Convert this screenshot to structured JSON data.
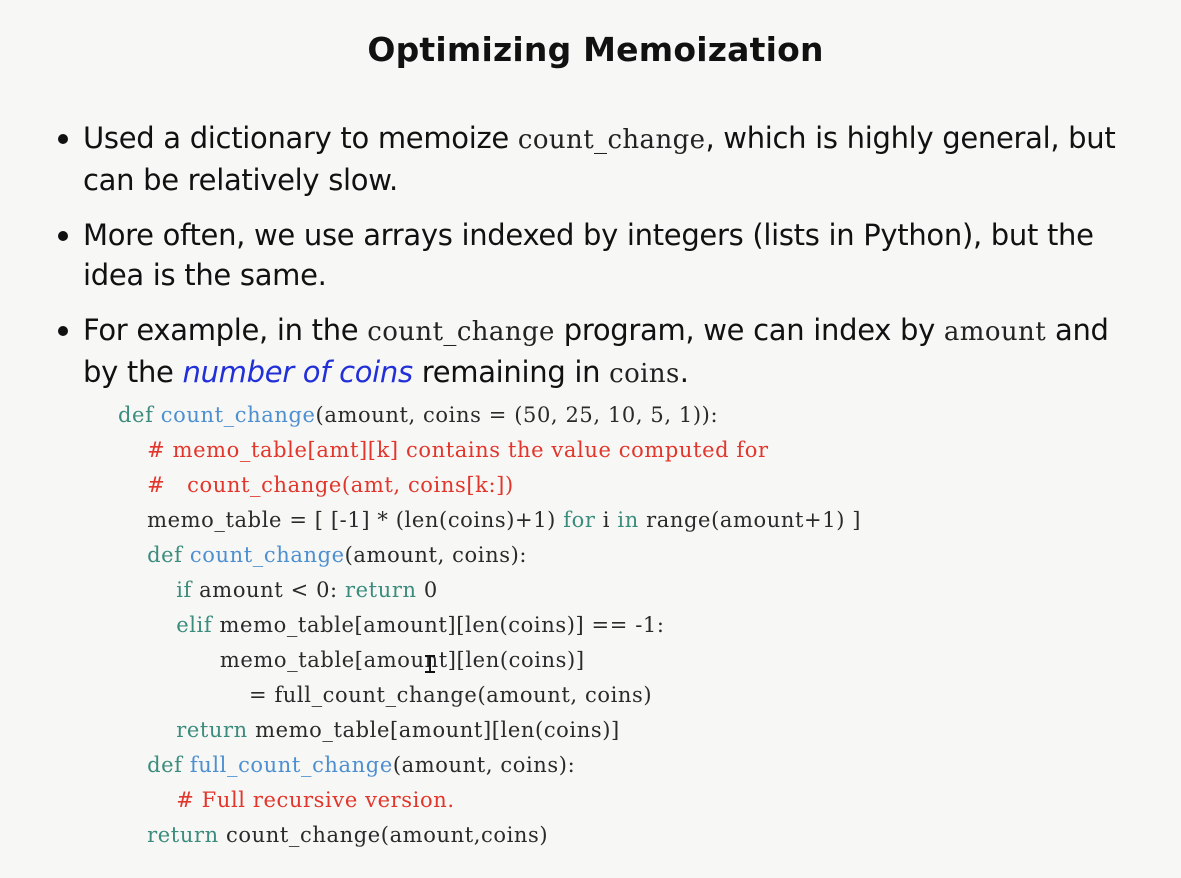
{
  "slide": {
    "title": "Optimizing Memoization",
    "bullets": [
      {
        "parts": [
          "Used a dictionary to memoize ",
          "count_change",
          ", which is highly general, but can be relatively slow."
        ]
      },
      {
        "parts": [
          "More often, we use arrays indexed by integers (lists in Python), but the idea is the same."
        ]
      },
      {
        "parts": [
          "For example, in the ",
          "count_change",
          " program, we can index by ",
          "amount",
          " and by the ",
          "number of coins",
          " remaining in ",
          "coins",
          "."
        ]
      }
    ],
    "code": {
      "l1": {
        "kw": "def",
        "fn": "count_change",
        "rest": "(amount, coins = (50, 25, 10, 5, 1)):"
      },
      "l2": {
        "comment": "# memo_table[amt][k] contains the value computed for"
      },
      "l3": {
        "comment": "#   count_change(amt, coins[k:])"
      },
      "l4": {
        "a": "memo_table = [ [-1] * (len(coins)+1) ",
        "kw1": "for",
        "b": " i ",
        "kw2": "in",
        "c": " range(amount+1) ]"
      },
      "l5": {
        "kw": "def",
        "fn": "count_change",
        "rest": "(amount, coins):"
      },
      "l6": {
        "kw": "if",
        "a": " amount < 0: ",
        "kw2": "return",
        "b": " 0"
      },
      "l7": {
        "kw": "elif",
        "rest": " memo_table[amount][len(coins)] == -1:"
      },
      "l8": {
        "text": "memo_table[amount][len(coins)]"
      },
      "l9": {
        "text": "= full_count_change(amount, coins)"
      },
      "l10": {
        "kw": "return",
        "rest": " memo_table[amount][len(coins)]"
      },
      "l11": {
        "kw": "def",
        "fn": "full_count_change",
        "rest": "(amount, coins):"
      },
      "l12": {
        "comment": "# Full recursive version."
      },
      "l13": {
        "kw": "return",
        "rest": " count_change(amount,coins)"
      }
    }
  }
}
